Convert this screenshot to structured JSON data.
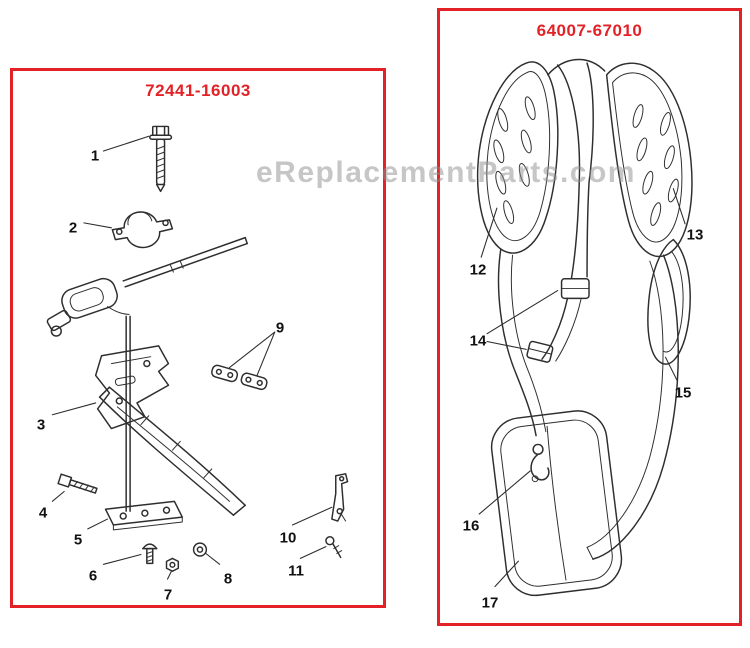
{
  "watermark": {
    "text": "eReplacementParts.com",
    "color": "#8f8f8f"
  },
  "colors": {
    "accent_red": "#e32228",
    "line": "#2e2e2e",
    "callout_text": "#111111",
    "background": "#ffffff"
  },
  "panels": [
    {
      "title": "72441-16003",
      "description": "exploded-view parts diagram: bolt, clamp, drive shaft housing, debris guard, plates, screws and nuts",
      "callouts": [
        {
          "n": "1"
        },
        {
          "n": "2"
        },
        {
          "n": "3"
        },
        {
          "n": "4"
        },
        {
          "n": "5"
        },
        {
          "n": "6"
        },
        {
          "n": "7"
        },
        {
          "n": "8"
        },
        {
          "n": "9"
        },
        {
          "n": "10"
        },
        {
          "n": "11"
        }
      ]
    },
    {
      "title": "64007-67010",
      "description": "backpack harness assembly diagram: shoulder pads, straps, buckles, hook clip and hip pad",
      "callouts": [
        {
          "n": "12"
        },
        {
          "n": "13"
        },
        {
          "n": "14"
        },
        {
          "n": "15"
        },
        {
          "n": "16"
        },
        {
          "n": "17"
        }
      ]
    }
  ]
}
